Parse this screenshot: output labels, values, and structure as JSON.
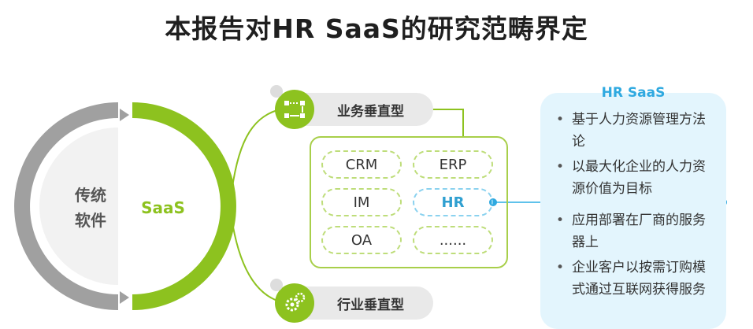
{
  "title": "本报告对HR SaaS的研究范畴界定",
  "rings": {
    "left_label": "传统\n软件",
    "right_label": "SaaS"
  },
  "branches": {
    "top": {
      "label": "业务垂直型",
      "icon": "flow-icon"
    },
    "bottom": {
      "label": "行业垂直型",
      "icon": "gears-icon"
    }
  },
  "categories": [
    "CRM",
    "ERP",
    "IM",
    "HR",
    "OA",
    "......"
  ],
  "panel": {
    "title": "HR SaaS",
    "bullets": [
      "基于人力资源管理方法论",
      "以最大化企业的人力资源价值为目标",
      "应用部署在厂商的服务器上",
      "企业客户以按需订购模式通过互联网获得服务"
    ]
  },
  "colors": {
    "green": "#8dc21f",
    "gray": "#a0a0a0",
    "blue": "#2fa9e0",
    "panel_bg": "#e3f5fd"
  }
}
